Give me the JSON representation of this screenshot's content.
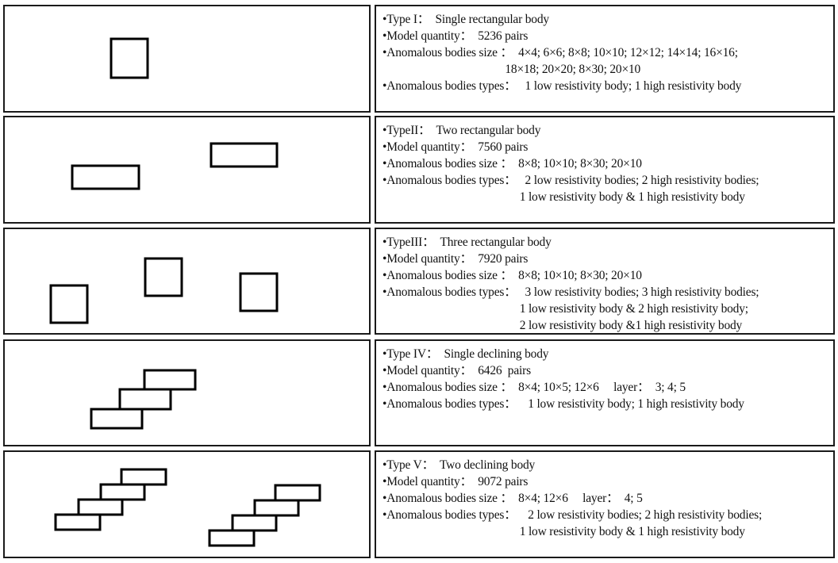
{
  "rows": [
    {
      "type_line": "•Type I：  Single rectangular body",
      "quantity_line": "•Model quantity：  5236 pairs",
      "size_lines": [
        "•Anomalous bodies size ：  4×4; 6×6; 8×8; 10×10; 12×12; 14×14; 16×16;",
        "                                          18×18; 20×20; 8×30; 20×10"
      ],
      "types_lines": [
        "•Anomalous bodies types：   1 low resistivity body; 1 high resistivity body"
      ]
    },
    {
      "type_line": "•TypeII：  Two rectangular body",
      "quantity_line": "•Model quantity：  7560 pairs",
      "size_lines": [
        "•Anomalous bodies size ：  8×8; 10×10; 8×30; 20×10"
      ],
      "types_lines": [
        "•Anomalous bodies types：   2 low resistivity bodies; 2 high resistivity bodies;",
        "                                               1 low resistivity body & 1 high resistivity body"
      ]
    },
    {
      "type_line": "•TypeIII：  Three rectangular body",
      "quantity_line": "•Model quantity：  7920 pairs",
      "size_lines": [
        "•Anomalous bodies size ：  8×8; 10×10; 8×30; 20×10"
      ],
      "types_lines": [
        "•Anomalous bodies types：   3 low resistivity bodies; 3 high resistivity bodies;",
        "                                               1 low resistivity body & 2 high resistivity body;",
        "                                               2 low resistivity body &1 high resistivity body"
      ]
    },
    {
      "type_line": "•Type IV：  Single declining body",
      "quantity_line": "•Model quantity：  6426  pairs",
      "size_lines": [
        "•Anomalous bodies size ：  8×4; 10×5; 12×6     layer：  3; 4; 5"
      ],
      "types_lines": [
        "•Anomalous bodies types：    1 low resistivity body; 1 high resistivity body"
      ]
    },
    {
      "type_line": "•Type V：  Two declining body",
      "quantity_line": "•Model quantity：  9072 pairs",
      "size_lines": [
        "•Anomalous bodies size ：  8×4; 12×6     layer：  4; 5"
      ],
      "types_lines": [
        "•Anomalous bodies types：    2 low resistivity bodies; 2 high resistivity bodies;",
        "                                               1 low resistivity body & 1 high resistivity body"
      ]
    }
  ],
  "model_types": [
    "single-rectangle",
    "two-rectangles",
    "three-rectangles",
    "single-declining",
    "two-declining"
  ]
}
